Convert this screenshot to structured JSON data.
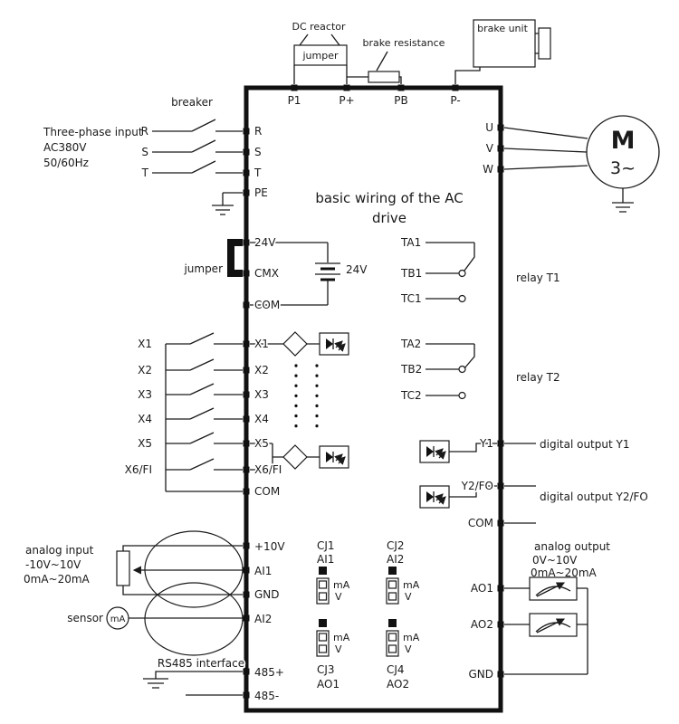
{
  "diagram_title": {
    "line1": "basic wiring of the AC",
    "line2": "drive"
  },
  "top": {
    "dc_reactor": "DC reactor",
    "jumper": "jumper",
    "brake_resistance": "brake resistance",
    "brake_unit": "brake unit",
    "terminals": {
      "p1": "P1",
      "pplus": "P+",
      "pb": "PB",
      "pminus": "P-"
    }
  },
  "three_phase": {
    "breaker": "breaker",
    "desc1": "Three-phase input",
    "desc2": "AC380V",
    "desc3": "50/60Hz",
    "ext": {
      "r": "R",
      "s": "S",
      "t": "T"
    },
    "terminals": {
      "r": "R",
      "s": "S",
      "t": "T",
      "pe": "PE"
    }
  },
  "motor": {
    "letter": "M",
    "phase": "3~",
    "u": "U",
    "v": "V",
    "w": "W"
  },
  "power24": {
    "jumper_label": "jumper",
    "t24v": "24V",
    "cmx": "CMX",
    "com": "COM",
    "battery_label": "24V"
  },
  "digital_inputs": {
    "ext_labels": [
      "X1",
      "X2",
      "X3",
      "X4",
      "X5",
      "X6/FI"
    ],
    "terminals": [
      "X1",
      "X2",
      "X3",
      "X4",
      "X5",
      "X6/FI",
      "COM"
    ]
  },
  "relay1": {
    "ta": "TA1",
    "tb": "TB1",
    "tc": "TC1",
    "label": "relay T1"
  },
  "relay2": {
    "ta": "TA2",
    "tb": "TB2",
    "tc": "TC2",
    "label": "relay T2"
  },
  "digital_outputs": {
    "y1": "Y1",
    "y1_label": "digital output Y1",
    "y2": "Y2/FO",
    "y2_label": "digital output Y2/FO",
    "com": "COM"
  },
  "analog_input": {
    "desc1": "analog input",
    "desc2": "-10V~10V",
    "desc3": "0mA~20mA",
    "sensor": "sensor",
    "sensor_unit": "mA",
    "terminals": {
      "p10v": "+10V",
      "ai1": "AI1",
      "gnd": "GND",
      "ai2": "AI2"
    }
  },
  "rs485": {
    "label": "RS485 interface",
    "plus": "485+",
    "minus": "485-"
  },
  "cj_jumpers": {
    "ma": "mA",
    "v": "V",
    "cj1": {
      "name": "CJ1",
      "signal": "AI1"
    },
    "cj2": {
      "name": "CJ2",
      "signal": "AI2"
    },
    "cj3": {
      "name": "CJ3",
      "signal": "AO1"
    },
    "cj4": {
      "name": "CJ4",
      "signal": "AO2"
    }
  },
  "analog_output": {
    "desc1": "analog output",
    "desc2": "0V~10V",
    "desc3": "0mA~20mA",
    "terminals": {
      "ao1": "AO1",
      "ao2": "AO2",
      "gnd": "GND"
    }
  },
  "colors": {
    "line": "#1a1a1a",
    "background": "#ffffff"
  }
}
